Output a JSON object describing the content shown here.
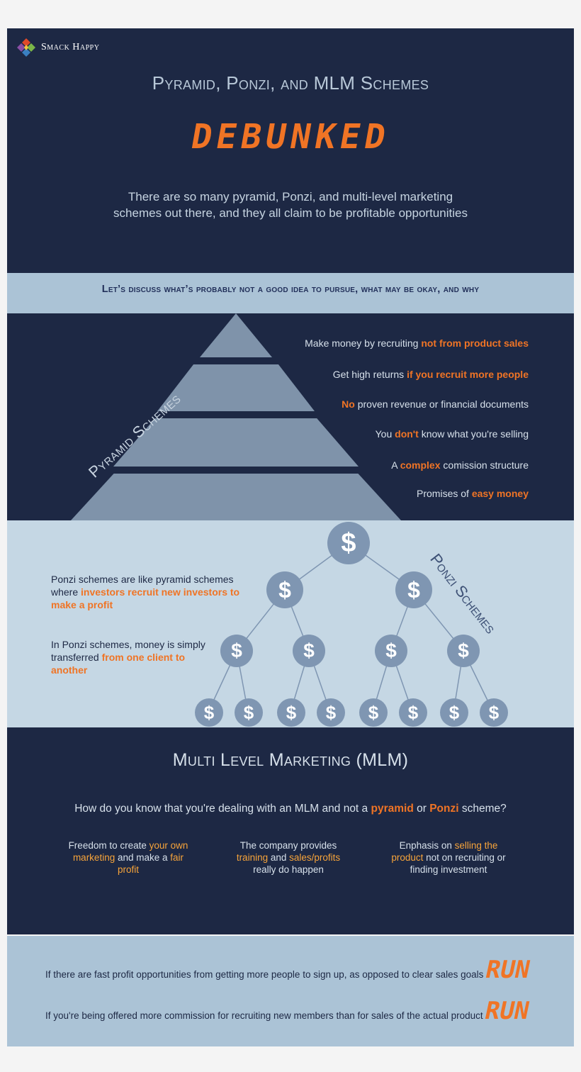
{
  "brand": {
    "name": "Smack Happy"
  },
  "header": {
    "title": "Pyramid, Ponzi, and MLM Schemes",
    "subtitle": "DEBUNKED",
    "intro": "There are so many pyramid, Ponzi, and multi-level marketing schemes out there, and they all claim to be profitable opportunities"
  },
  "banner": "Let’s discuss what’s probably not a good idea to pursue, what may be okay, and why",
  "pyramid": {
    "label": "Pyramid Schemes",
    "facts": [
      {
        "pre": "Make money by recruiting",
        "hl": "not from product sales",
        "post": ""
      },
      {
        "pre": "Get high returns",
        "hl": "if you recruit more people",
        "post": ""
      },
      {
        "pre": "",
        "hl": "No",
        "post": "proven revenue or financial documents"
      },
      {
        "pre": "You",
        "hl": "don't",
        "post": "know what you're selling"
      },
      {
        "pre": "A",
        "hl": "complex",
        "post": "comission structure"
      },
      {
        "pre": "Promises of",
        "hl": "easy money",
        "post": ""
      }
    ]
  },
  "ponzi": {
    "label": "Ponzi Schemes",
    "coin_symbol": "$",
    "p1_pre": "Ponzi schemes are like pyramid schemes where",
    "p1_hl": "investors recruit new investors to make a profit",
    "p2_pre": "In Ponzi schemes, money is simply transferred",
    "p2_hl": "from one client to another"
  },
  "mlm": {
    "title": "Multi Level Marketing (MLM)",
    "q_pre": "How do you know that you're dealing with an MLM and not a",
    "q_hl1": "pyramid",
    "q_mid": "or",
    "q_hl2": "Ponzi",
    "q_post": "scheme?",
    "col1": {
      "a": "Freedom to create",
      "b": "your own marketing",
      "c": "and make a",
      "d": "fair profit"
    },
    "col2": {
      "a": "The company provides",
      "b": "training",
      "c": "and",
      "d": "sales/profits",
      "e": "really do happen"
    },
    "col3": {
      "a": "Enphasis on",
      "b": "selling the product",
      "c": "not on recruiting or finding investment"
    }
  },
  "run": {
    "line1": "If there are fast profit opportunities from getting more people to sign up, as opposed to clear sales goals",
    "line2": "If you're being offered more commission for recruiting new members than for sales of the actual product",
    "word": "RUN"
  },
  "colors": {
    "navy": "#1d2844",
    "orange": "#f07425",
    "light_orange": "#f7a43a",
    "slate": "#7f93aa",
    "sky": "#c5d7e4",
    "mid_blue": "#abc3d6"
  }
}
